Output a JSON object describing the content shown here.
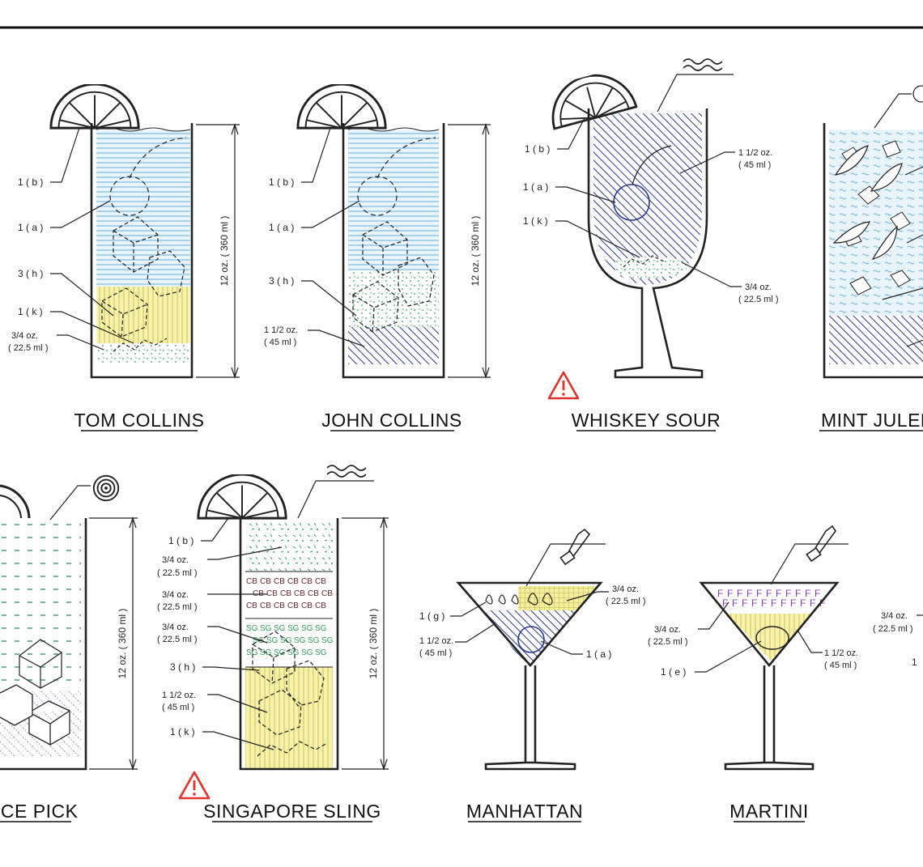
{
  "cocktails": {
    "tom_collins": {
      "title": "TOM COLLINS",
      "capacity": "12 oz. ( 360 ml )",
      "labels": {
        "b": "1 ( b )",
        "a": "1 ( a )",
        "h": "3 ( h )",
        "k": "1 ( k )",
        "oz": "3/4 oz.",
        "ml": "( 22.5 ml )"
      }
    },
    "john_collins": {
      "title": "JOHN COLLINS",
      "capacity": "12 oz. ( 360 ml )",
      "labels": {
        "b": "1 ( b )",
        "a": "1 ( a )",
        "h": "3 ( h )",
        "oz": "1 1/2 oz.",
        "ml": "( 45 ml )"
      }
    },
    "whiskey_sour": {
      "title": "WHISKEY SOUR",
      "labels": {
        "b": "1 ( b )",
        "a": "1 ( a )",
        "k": "1 ( k )",
        "oz1": "1 1/2 oz.",
        "ml1": "( 45 ml )",
        "oz2": "3/4 oz.",
        "ml2": "( 22.5 ml )"
      }
    },
    "mint_julep": {
      "title": "MINT JULEP"
    },
    "ice_pick": {
      "title": "ICE PICK",
      "capacity": "12 oz. ( 360 ml )"
    },
    "singapore_sling": {
      "title": "SINGAPORE SLING",
      "capacity": "12 oz. ( 360 ml )",
      "labels": {
        "b": "1 ( b )",
        "oz1": "3/4 oz.",
        "ml1": "( 22.5 ml )",
        "oz2": "3/4 oz.",
        "ml2": "( 22.5 ml )",
        "oz3": "3/4 oz.",
        "ml3": "( 22.5 ml )",
        "h": "3 ( h )",
        "oz4": "1 1/2 oz.",
        "ml4": "( 45 ml )",
        "k": "1 ( k )"
      },
      "cb_mark": "CB",
      "sg_mark": "SG"
    },
    "manhattan": {
      "title": "MANHATTAN",
      "labels": {
        "g": "1 ( g )",
        "oz1": "1 1/2 oz.",
        "ml1": "( 45 ml )",
        "oz2": "3/4 oz.",
        "ml2": "( 22.5 ml )",
        "a": "1 ( a )"
      }
    },
    "martini": {
      "title": "MARTINI",
      "labels": {
        "oz1": "3/4 oz.",
        "ml1": "( 22.5 ml )",
        "e": "1 ( e )",
        "oz2": "1 1/2 oz.",
        "ml2": "( 45 ml )"
      },
      "f_mark": "F"
    },
    "edge_partial": {
      "oz": "3/4 oz.",
      "ml": "( 22.5 ml )",
      "one": "1"
    }
  },
  "colors": {
    "light_blue": "#6fb6e0",
    "dark_blue": "#2b3a8f",
    "yellow": "#f4ef9c",
    "green": "#2e9e5b",
    "brown": "#6b2a2a",
    "purple": "#8b3fb0",
    "warning_red": "#e0322e"
  }
}
